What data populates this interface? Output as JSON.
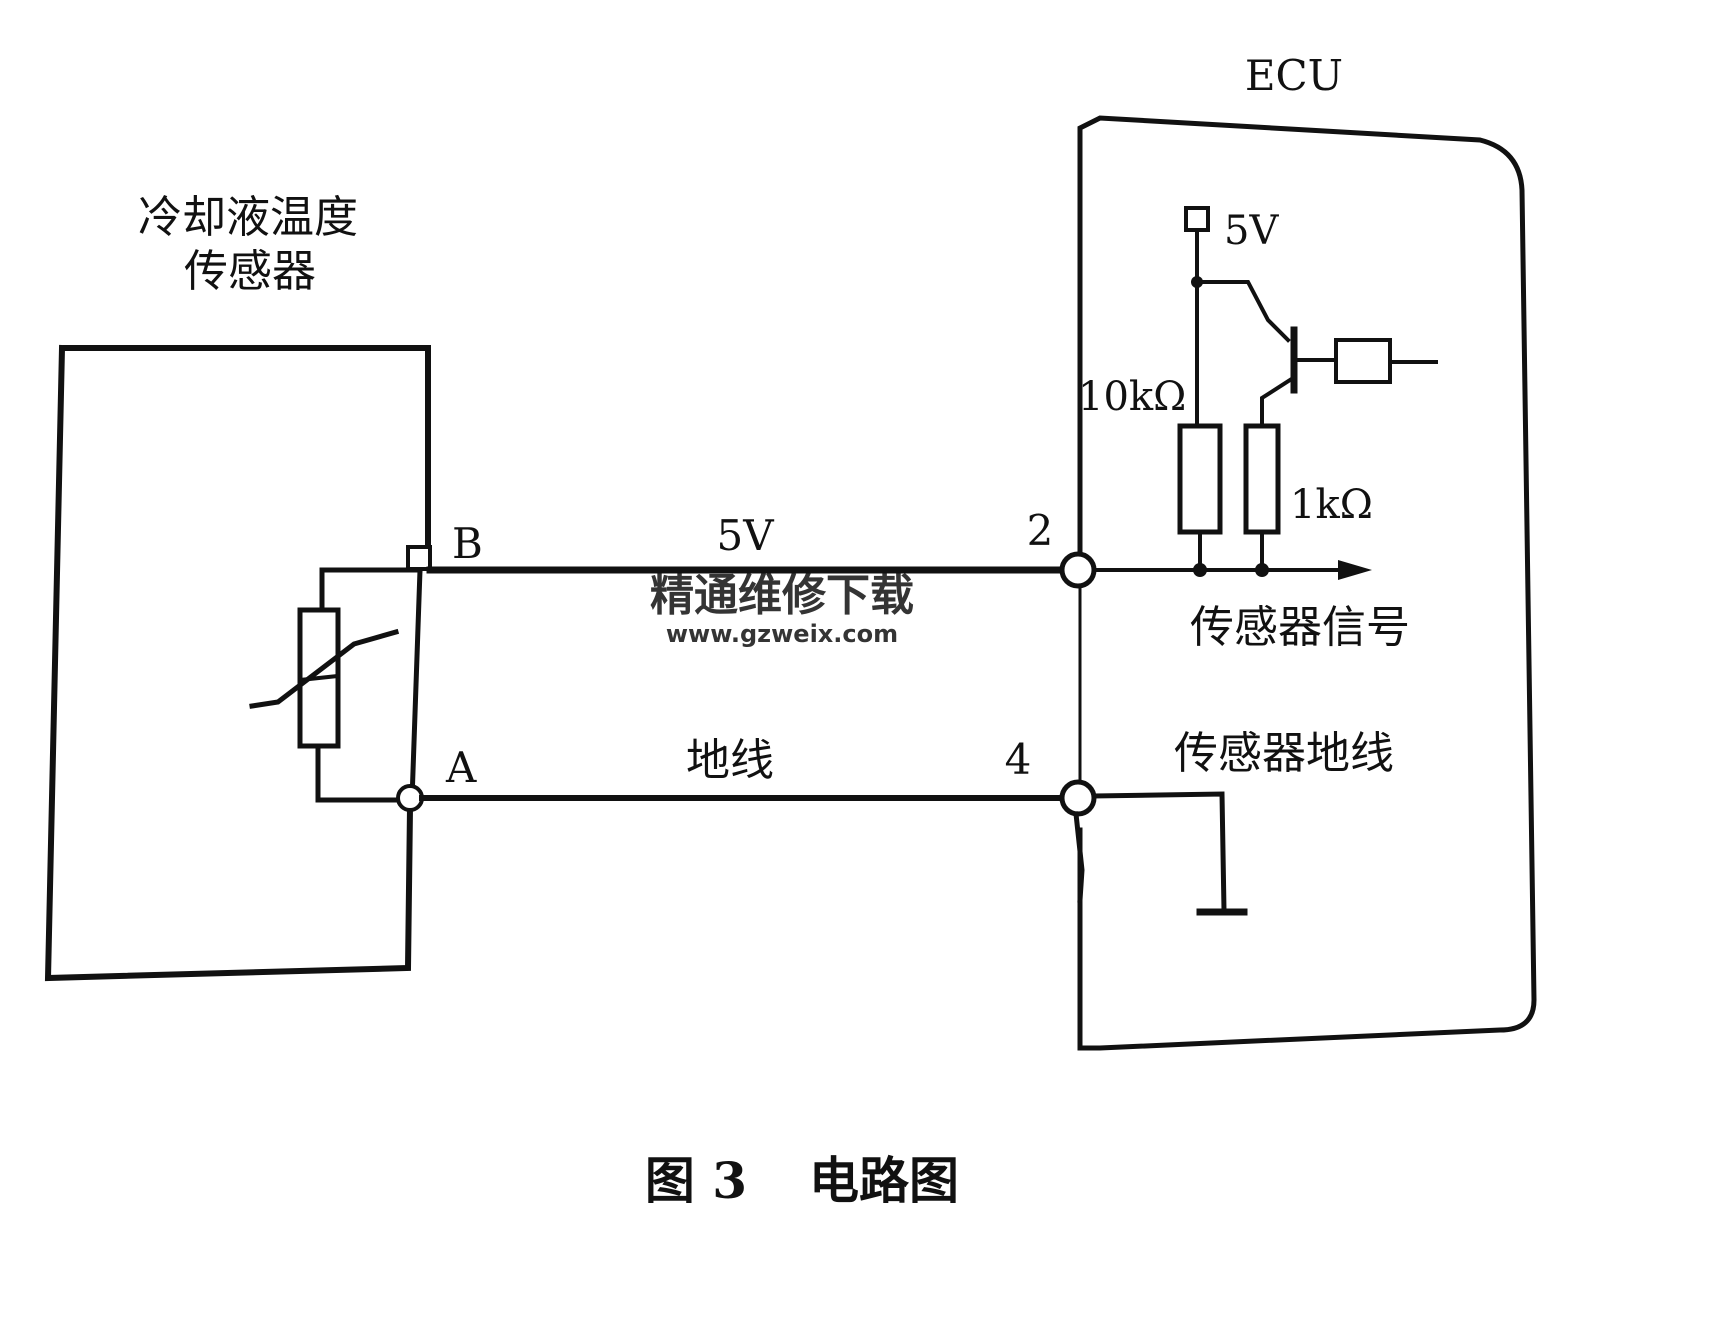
{
  "sensor": {
    "title_line1": "冷却液温度",
    "title_line2": "传感器",
    "terminal_b": "B",
    "terminal_a": "A"
  },
  "wires": {
    "supply_label": "5V",
    "ground_label": "地线"
  },
  "ecu": {
    "title": "ECU",
    "pin_2": "2",
    "pin_4": "4",
    "supply_label": "5V",
    "resistor_10k": "10kΩ",
    "resistor_1k": "1kΩ",
    "signal_label": "传感器信号",
    "ground_label": "传感器地线"
  },
  "watermark": {
    "text_cn": "精通维修下载",
    "text_url": "www.gzweix.com",
    "color": "#f2b89a"
  },
  "caption": {
    "figure_no": "图 3",
    "title": "电路图"
  }
}
